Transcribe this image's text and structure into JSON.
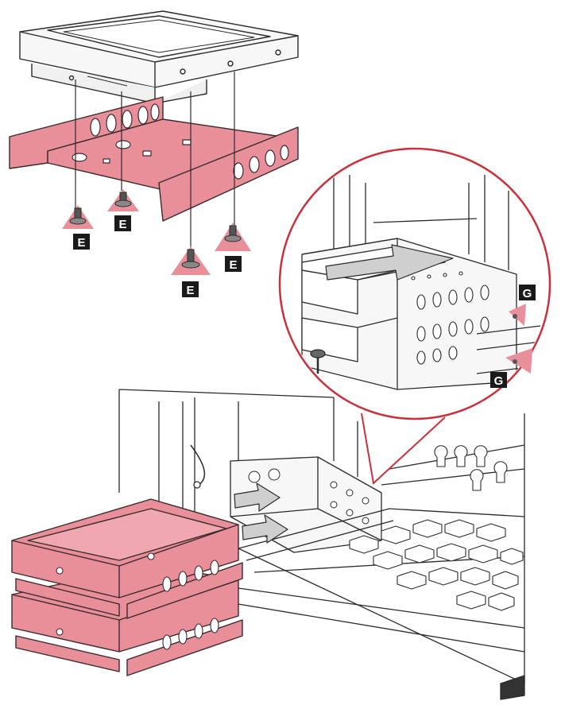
{
  "colors": {
    "highlight": "#e98f9a",
    "highlight_stroke": "#3a2a2c",
    "line": "#2b2b2b",
    "metal": "#f7f7f7",
    "arrow": "#cfcfcf",
    "callout": "#c9313b",
    "tag_bg": "#1a1a1a",
    "tag_fg": "#ffffff"
  },
  "labels": {
    "screw_e_1": "E",
    "screw_e_2": "E",
    "screw_e_3": "E",
    "screw_e_4": "E",
    "screw_g_1": "G",
    "screw_g_2": "G"
  },
  "icons": {
    "hdd": "hard-drive-icon",
    "bracket": "drive-bracket-icon",
    "screw": "screw-icon",
    "arrow": "insert-arrow-icon"
  }
}
